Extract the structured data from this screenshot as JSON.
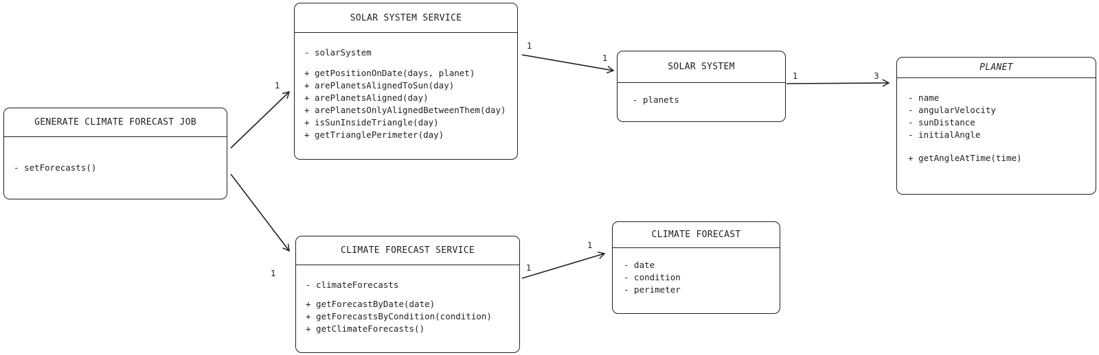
{
  "classes": {
    "job": {
      "title": "GENERATE CLIMATE FORECAST JOB",
      "attributes": [
        "- setForecasts()"
      ],
      "methods": []
    },
    "solar_service": {
      "title": "SOLAR SYSTEM SERVICE",
      "attributes": [
        "- solarSystem"
      ],
      "methods": [
        "+ getPositionOnDate(days, planet)",
        "+ arePlanetsAlignedToSun(day)",
        "+ arePlanetsAligned(day)",
        "+ arePlanetsOnlyAlignedBetweenThem(day)",
        "+ isSunInsideTriangle(day)",
        "+ getTrianglePerimeter(day)"
      ]
    },
    "solar_system": {
      "title": "SOLAR SYSTEM",
      "attributes": [
        "- planets"
      ],
      "methods": []
    },
    "planet": {
      "title": "PLANET",
      "attributes": [
        "- name",
        "- angularVelocity",
        "- sunDistance",
        "- initialAngle"
      ],
      "methods": [
        "+ getAngleAtTime(time)"
      ]
    },
    "climate_service": {
      "title": "CLIMATE FORECAST SERVICE",
      "attributes": [
        "- climateForecasts"
      ],
      "methods": [
        "+ getForecastByDate(date)",
        "+ getForecastsByCondition(condition)",
        "+ getClimateForecasts()"
      ]
    },
    "climate_forecast": {
      "title": "CLIMATE FORECAST",
      "attributes": [
        "- date",
        "- condition",
        "- perimeter"
      ],
      "methods": []
    }
  },
  "multiplicities": {
    "job_solar": "1",
    "job_climate": "1",
    "solar_service_src": "1",
    "solar_system_dst": "1",
    "solar_system_src": "1",
    "planet_dst": "3",
    "climate_service_src": "1",
    "climate_forecast_dst": "1"
  }
}
